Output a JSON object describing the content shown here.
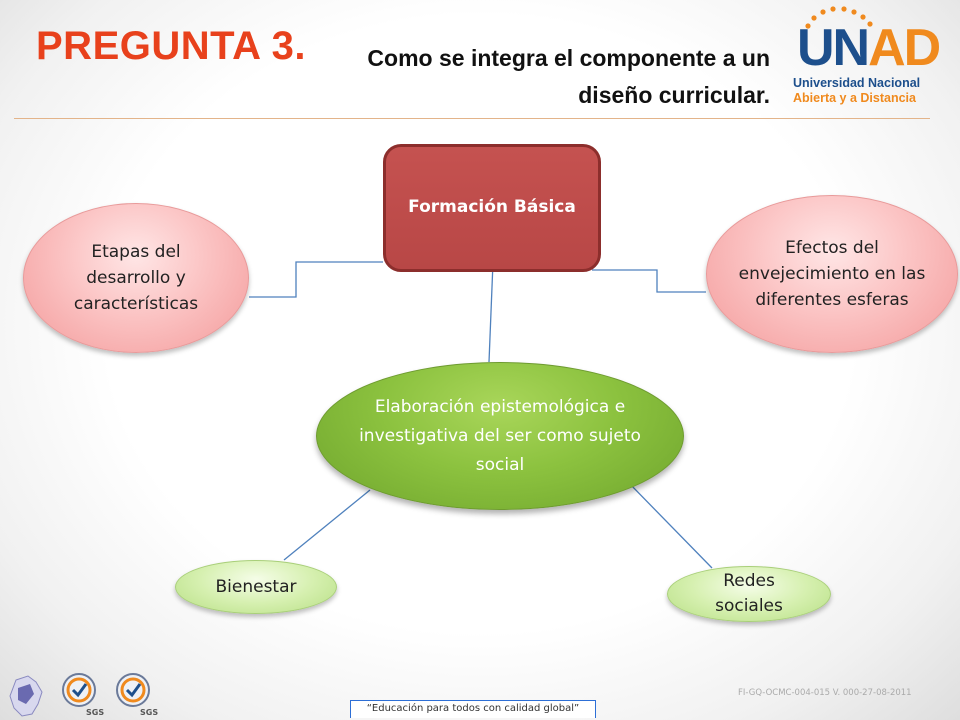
{
  "header": {
    "title": "PREGUNTA 3.",
    "subtitle": "Como se integra el componente a un diseño curricular."
  },
  "logo": {
    "unad_u": "UN",
    "unad_ad": "AD",
    "line1": "Universidad Nacional",
    "line2": "Abierta y a Distancia"
  },
  "diagram": {
    "top": "Formación Básica",
    "center": "Elaboración epistemológica e investigativa del ser como sujeto social",
    "left": "Etapas del desarrollo y características",
    "right": "Efectos del envejecimiento en las diferentes esferas",
    "bottom_left": "Bienestar",
    "bottom_right": "Redes sociales"
  },
  "footer": {
    "code": "FI-GQ-OCMC-004-015 V. 000-27-08-2011",
    "slogan": "“Educación para todos con calidad global”",
    "cert_label": "SGS"
  },
  "colors": {
    "title": "#e8411c",
    "top_node": "#b84746",
    "center_node": "#8cc23f",
    "connector": "#4f81bd"
  }
}
